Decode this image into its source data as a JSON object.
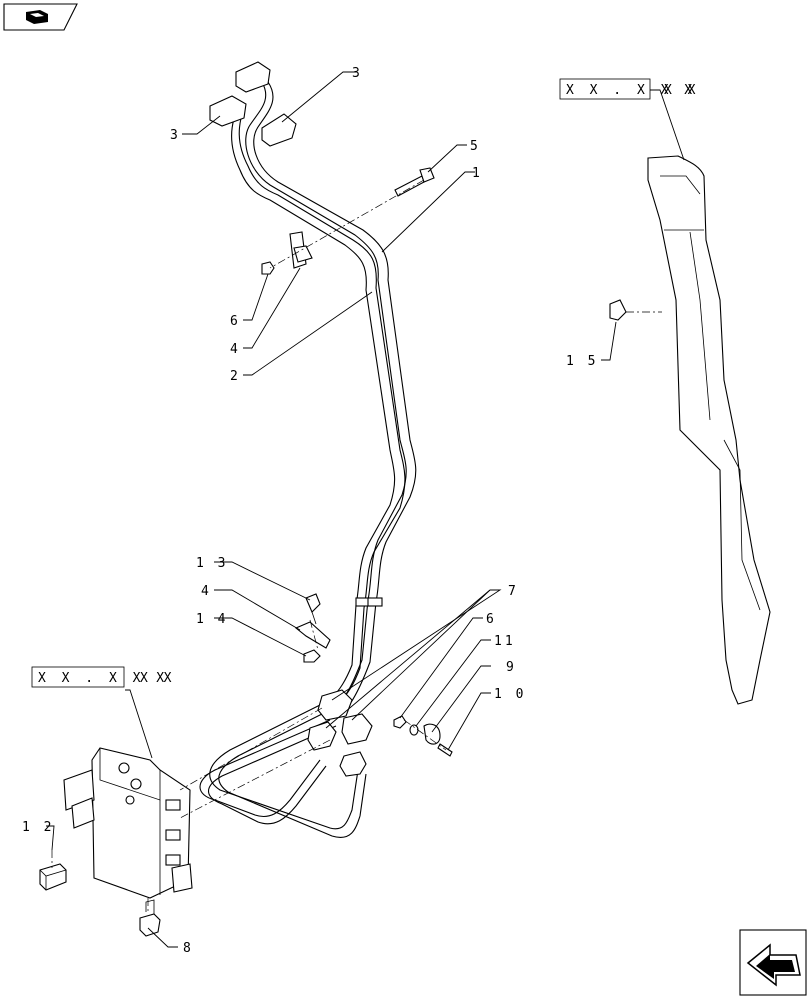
{
  "nav": {
    "book_icon": "book-icon",
    "next_icon": "arrow-icon"
  },
  "callouts": [
    {
      "id": "c3a",
      "text": "3"
    },
    {
      "id": "c3b",
      "text": "3"
    },
    {
      "id": "c5",
      "text": "5"
    },
    {
      "id": "c1",
      "text": "1"
    },
    {
      "id": "c6a",
      "text": "6"
    },
    {
      "id": "c4a",
      "text": "4"
    },
    {
      "id": "c2",
      "text": "2"
    },
    {
      "id": "c13",
      "text": "1 3"
    },
    {
      "id": "c4b",
      "text": "4"
    },
    {
      "id": "c14",
      "text": "1 4"
    },
    {
      "id": "c7",
      "text": "7"
    },
    {
      "id": "c6b",
      "text": "6"
    },
    {
      "id": "c11",
      "text": "11"
    },
    {
      "id": "c9",
      "text": "9"
    },
    {
      "id": "c10",
      "text": "1 0"
    },
    {
      "id": "c12",
      "text": "1 2"
    },
    {
      "id": "c8",
      "text": "8"
    },
    {
      "id": "c15",
      "text": "1 5"
    }
  ],
  "refs": [
    {
      "id": "ref_top",
      "boxed": "X X . X X X",
      "suffix": "X X"
    },
    {
      "id": "ref_left",
      "boxed": "X X . X X X",
      "suffix": "X X"
    }
  ]
}
